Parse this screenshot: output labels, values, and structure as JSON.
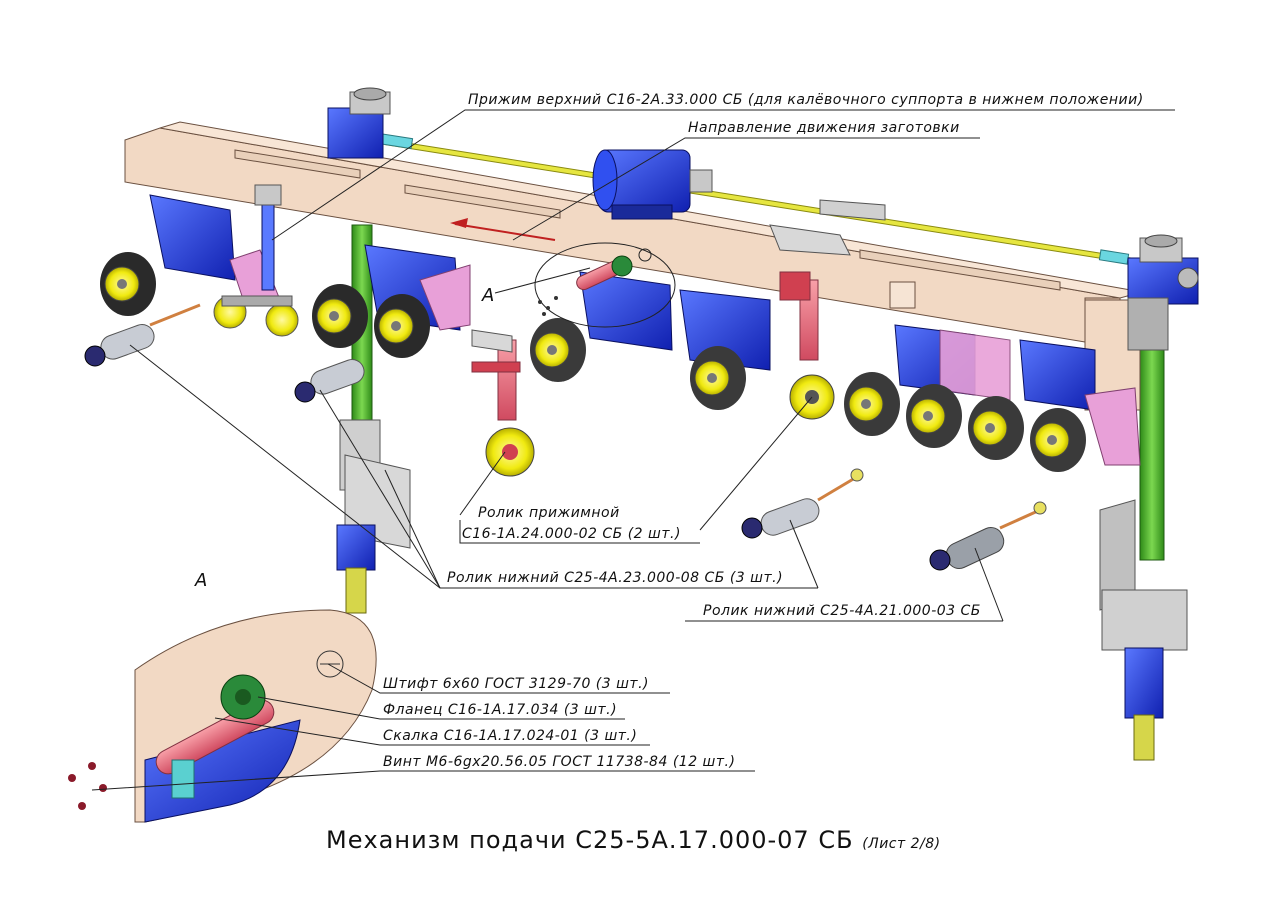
{
  "title": "Механизм подачи С25-5А.17.000-07 СБ",
  "sheet": "(Лист 2/8)",
  "view_marker": "А",
  "view_label": "А",
  "callouts": {
    "top_clamp": "Прижим верхний С16-2А.33.000 СБ (для калёвочного суппорта в нижнем положении)",
    "direction": "Направление движения заготовки",
    "pressure_roller_1": "Ролик прижимной",
    "pressure_roller_2": "С16-1А.24.000-02 СБ (2 шт.)",
    "lower_roller_23": "Ролик нижний С25-4А.23.000-08 СБ (3 шт.)",
    "lower_roller_21": "Ролик нижний С25-4А.21.000-03 СБ"
  },
  "detail_callouts": [
    "Штифт 6х60 ГОСТ 3129-70 (3 шт.)",
    "Фланец С16-1А.17.034 (3 шт.)",
    "Скалка С16-1А.17.024-01 (3 шт.)",
    "Винт М6-6gх20.56.05 ГОСТ 11738-84 (12 шт.)"
  ],
  "colors": {
    "beam": "#f2d9c4",
    "motor": "#1f3fd8",
    "roller_yellow": "#f2ee10",
    "roller_dark": "#2a2a2a",
    "column": "#4caf2a",
    "shaft": "#dede3a",
    "pink": "#e8a0d8",
    "red_rod": "#e0506a",
    "gray": "#b4b4b4"
  }
}
